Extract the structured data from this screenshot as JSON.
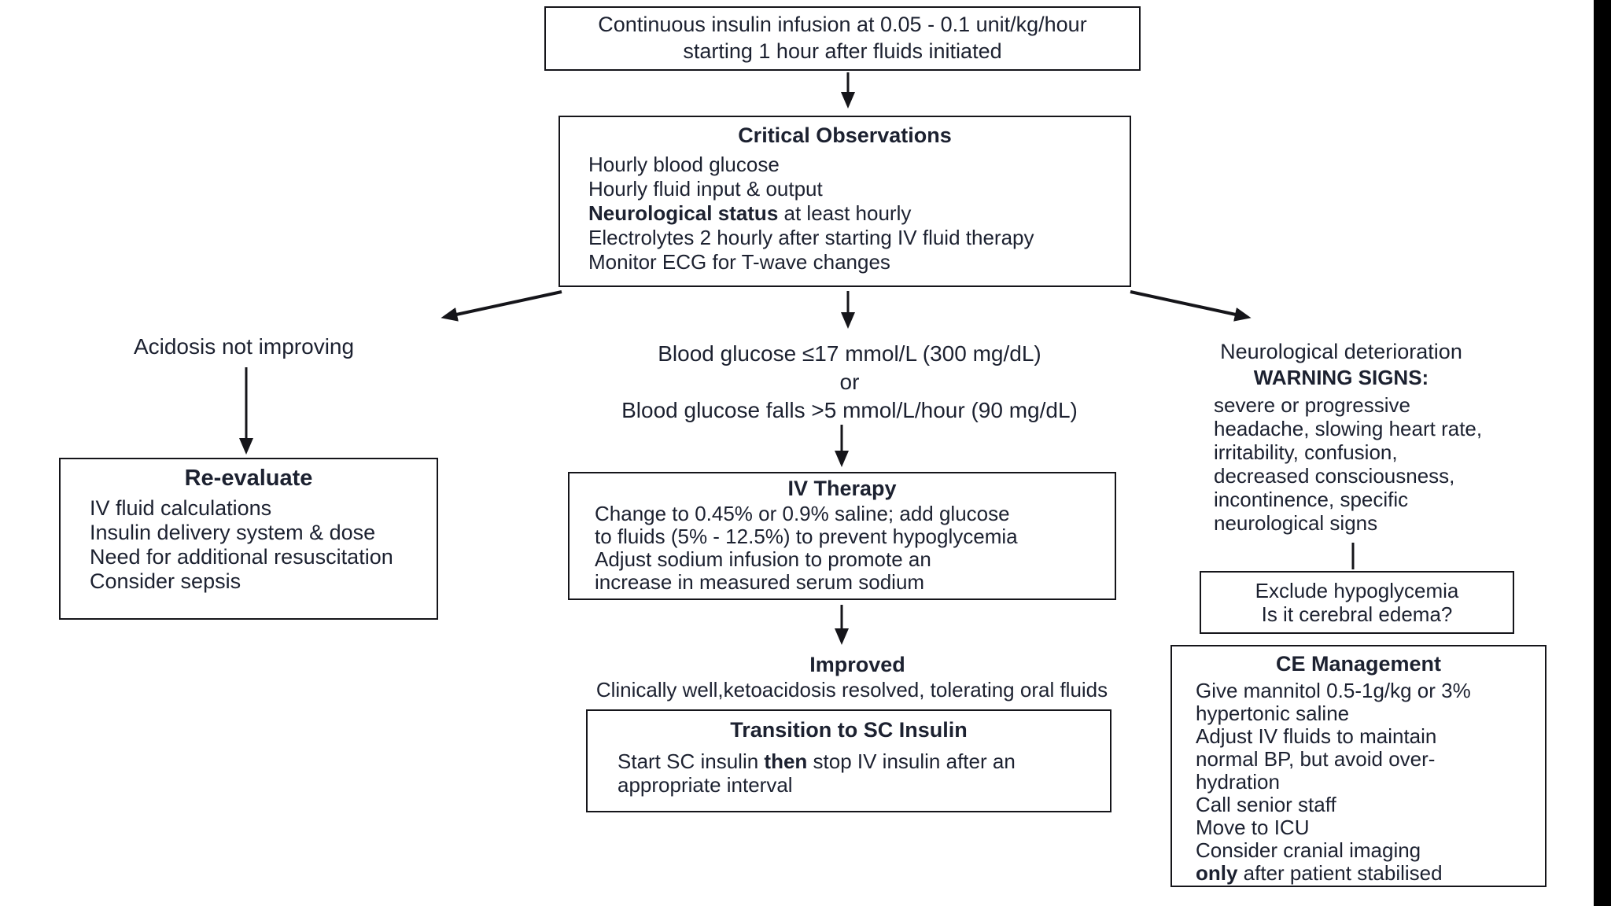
{
  "colors": {
    "background": "#ffffff",
    "text": "#1c2130",
    "border": "#15151a",
    "arrow": "#15151a",
    "edge_bar": "#000000"
  },
  "flow": {
    "infusion_box": {
      "line1": "Continuous insulin infusion at 0.05 - 0.1 unit/kg/hour",
      "line2": "starting 1 hour after fluids initiated"
    },
    "critical_box": {
      "title": "Critical Observations",
      "item1": "Hourly blood glucose",
      "item2": "Hourly fluid input & output",
      "item3_bold": "Neurological status",
      "item3_rest": " at least hourly",
      "item4": "Electrolytes 2 hourly after starting IV fluid therapy",
      "item5": "Monitor ECG for T-wave changes"
    },
    "left_branch": {
      "label": "Acidosis not improving",
      "box_title": "Re-evaluate",
      "item1": "IV fluid calculations",
      "item2": "Insulin delivery system & dose",
      "item3": "Need for additional resuscitation",
      "item4": "Consider sepsis"
    },
    "middle_branch": {
      "condition1": "Blood glucose ≤17 mmol/L (300 mg/dL)",
      "condition_or": "or",
      "condition2": "Blood glucose falls >5 mmol/L/hour (90 mg/dL)",
      "iv_box": {
        "title": "IV Therapy",
        "line1": "Change to 0.45% or 0.9% saline; add glucose",
        "line2": "to fluids (5% - 12.5%) to prevent hypoglycemia",
        "line3": "Adjust sodium infusion to promote an",
        "line4": "increase in measured serum sodium"
      },
      "improved_title": "Improved",
      "improved_sub": "Clinically well,ketoacidosis resolved, tolerating oral fluids",
      "transition_box": {
        "title": "Transition to SC Insulin",
        "body_pre": "Start SC insulin ",
        "body_bold": "then",
        "body_post": " stop IV insulin after an",
        "body_line2": "appropriate interval"
      }
    },
    "right_branch": {
      "label": "Neurological deterioration",
      "warning_title": "WARNING SIGNS:",
      "warn1": "severe or progressive",
      "warn2": "headache, slowing heart rate,",
      "warn3": "irritability, confusion,",
      "warn4": "decreased consciousness,",
      "warn5": "incontinence, specific",
      "warn6": "neurological signs",
      "exclude_box": {
        "line1": "Exclude hypoglycemia",
        "line2": "Is it cerebral edema?"
      },
      "ce_box": {
        "title": "CE Management",
        "line1": "Give mannitol 0.5-1g/kg or 3%",
        "line2": "hypertonic saline",
        "line3": "Adjust IV fluids to maintain",
        "line4": "normal BP, but avoid over-",
        "line5": "hydration",
        "line6": "Call senior staff",
        "line7": "Move to ICU",
        "line8": "Consider cranial imaging",
        "line9_bold": "only",
        "line9_rest": " after patient stabilised"
      }
    }
  }
}
